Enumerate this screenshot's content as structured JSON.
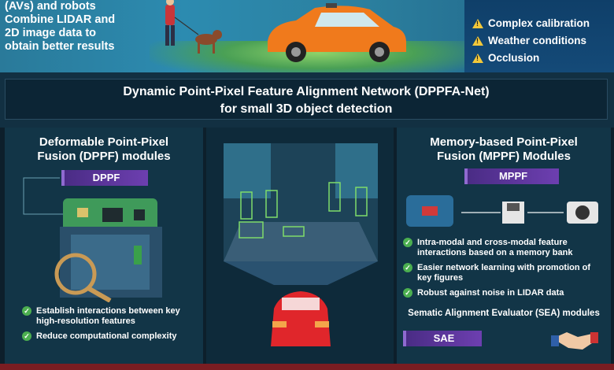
{
  "top": {
    "intro_lines": [
      "(AVs) and robots",
      "Combine LIDAR and",
      "2D image data to",
      "obtain better results"
    ],
    "challenges": [
      "Complex calibration",
      "Weather conditions",
      "Occlusion"
    ],
    "colors": {
      "warning": "#f3c83a",
      "car": "#f07a1c"
    }
  },
  "title": {
    "line1": "Dynamic Point-Pixel Feature Alignment Network (DPPFA-Net)",
    "line2": "for small 3D object detection"
  },
  "left": {
    "title_line1": "Deformable Point-Pixel",
    "title_line2": "Fusion (DPPF) modules",
    "tag": "DPPF",
    "bullets": [
      "Establish interactions between key high-resolution features",
      "Reduce computational complexity"
    ]
  },
  "middle": {
    "car_color": "#e0262b"
  },
  "right": {
    "title_line1": "Memory-based Point-Pixel",
    "title_line2": "Fusion (MPPF) Modules",
    "tag": "MPPF",
    "bullets": [
      "Intra-modal and cross-modal feature interactions based on a memory bank",
      "Easier network learning with promotion of key figures",
      "Robust against noise in LIDAR data"
    ],
    "sea_label": "Sematic Alignment Evaluator (SEA) modules",
    "sae_tag": "SAE"
  }
}
